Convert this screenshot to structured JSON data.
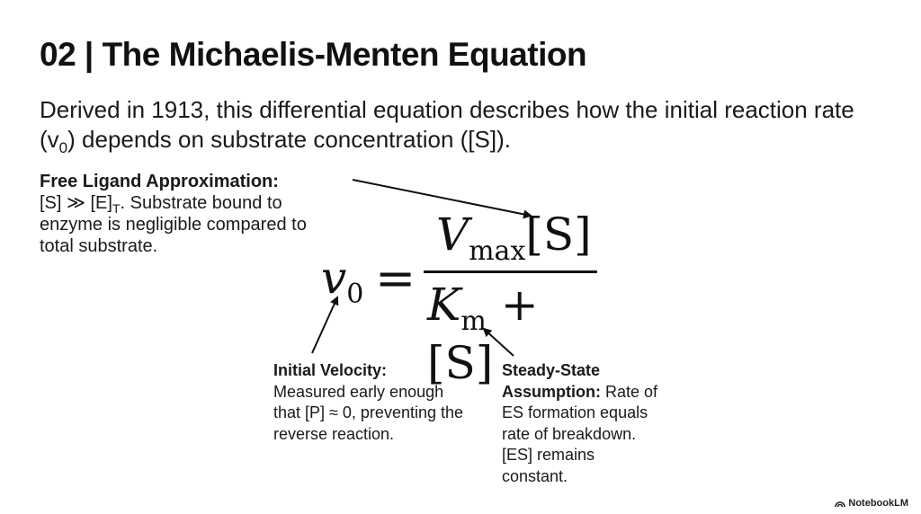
{
  "slide": {
    "title": "02 | The Michaelis-Menten Equation",
    "intro_part1": "Derived in 1913, this differential equation describes how the initial reaction rate (v",
    "intro_sub": "0",
    "intro_part2": ") depends on substrate concentration ([S])."
  },
  "equation": {
    "lhs_var": "v",
    "lhs_sub": "0",
    "equals": "=",
    "num_var": "V",
    "num_sub": "max",
    "num_conc": "[S]",
    "den_var": "K",
    "den_sub": "m",
    "den_rest": " + [S]"
  },
  "notes": {
    "ligand": {
      "heading": "Free Ligand Approximation:",
      "text_part1": "[S] ≫ [E]",
      "text_sub": "T",
      "text_part2": ". Substrate bound to enzyme is negligible compared to total substrate."
    },
    "velocity": {
      "heading": "Initial Velocity:",
      "text": "Measured early enough that [P] ≈ 0, preventing the reverse reaction."
    },
    "steady": {
      "heading": "Steady-State Assumption:",
      "text": " Rate of ES formation equals rate of breakdown. [ES] remains constant."
    }
  },
  "brand": {
    "label": "NotebookLM",
    "icon": "notebooklm-logo-icon"
  },
  "colors": {
    "background": "#ffffff",
    "text": "#111111"
  }
}
